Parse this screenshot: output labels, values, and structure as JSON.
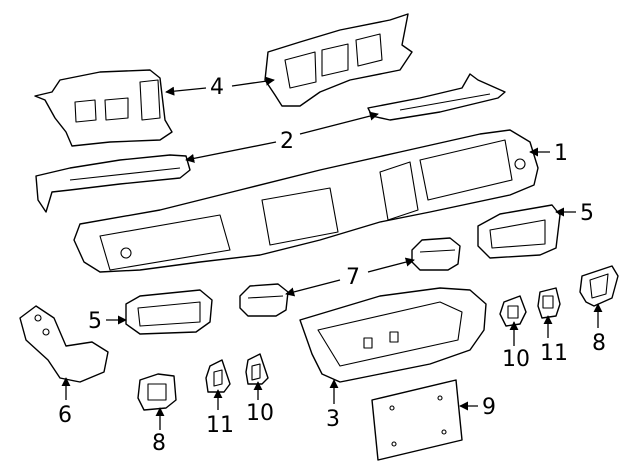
{
  "callouts": [
    {
      "id": "c1",
      "label": "1"
    },
    {
      "id": "c2",
      "label": "2"
    },
    {
      "id": "c3",
      "label": "3"
    },
    {
      "id": "c4",
      "label": "4"
    },
    {
      "id": "c5a",
      "label": "5"
    },
    {
      "id": "c5b",
      "label": "5"
    },
    {
      "id": "c6",
      "label": "6"
    },
    {
      "id": "c7",
      "label": "7"
    },
    {
      "id": "c8a",
      "label": "8"
    },
    {
      "id": "c8b",
      "label": "8"
    },
    {
      "id": "c9",
      "label": "9"
    },
    {
      "id": "c10a",
      "label": "10"
    },
    {
      "id": "c10b",
      "label": "10"
    },
    {
      "id": "c11a",
      "label": "11"
    },
    {
      "id": "c11b",
      "label": "11"
    }
  ]
}
